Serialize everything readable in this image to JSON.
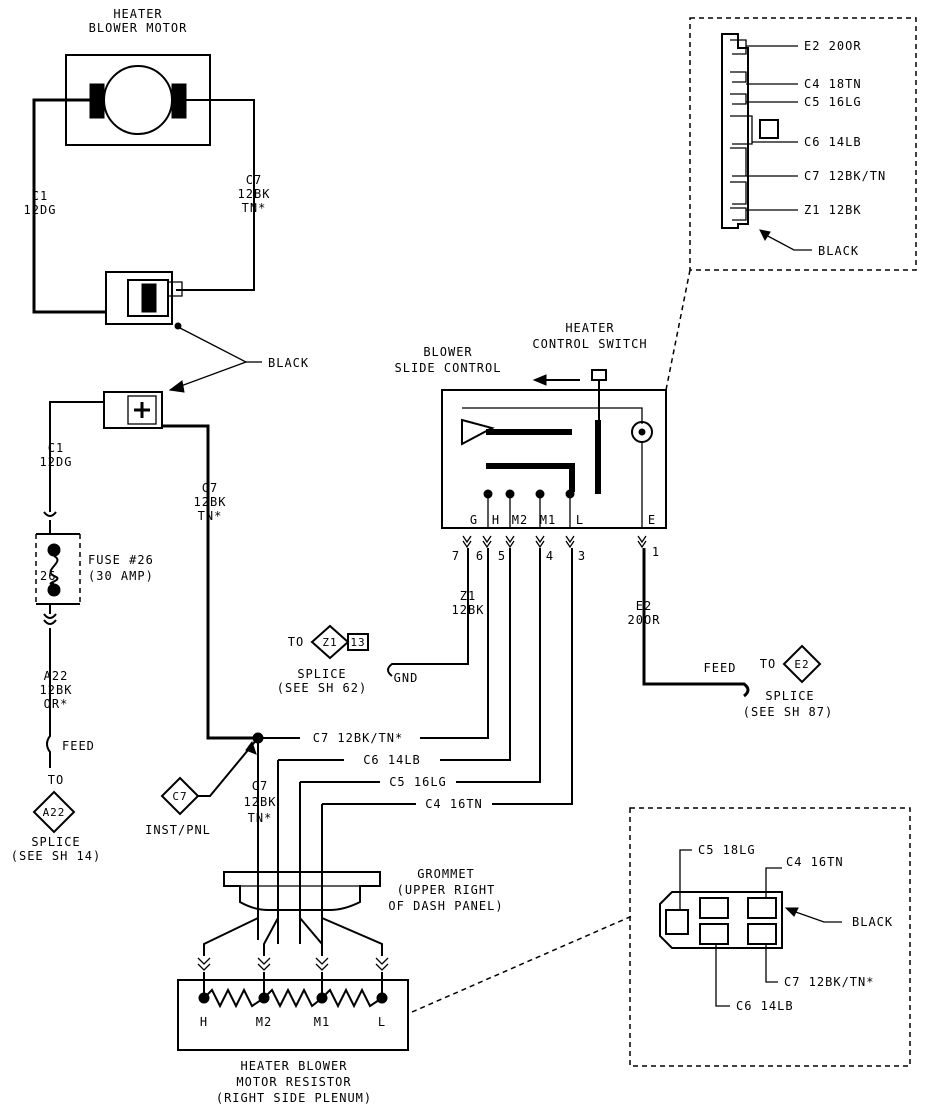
{
  "blower_motor": {
    "title_1": "HEATER",
    "title_2": "BLOWER MOTOR"
  },
  "motor_wires": {
    "left": {
      "circuit": "C1",
      "gauge": "12DG"
    },
    "right": {
      "circuit": "C7",
      "gauge": "12BK",
      "suffix": "TN*"
    }
  },
  "black_label_1": "BLACK",
  "feed_wires": {
    "c1": {
      "circuit": "C1",
      "gauge": "12DG"
    },
    "c7": {
      "circuit": "C7",
      "gauge": "12BK",
      "suffix": "TN*"
    }
  },
  "fuse": {
    "label": "FUSE #26",
    "rating": "(30 AMP)",
    "number": "26"
  },
  "a22": {
    "circuit": "A22",
    "gauge": "12BK",
    "suffix": "OR*",
    "feed": "FEED",
    "to": "TO",
    "splice_id": "A22",
    "splice": "SPLICE",
    "see": "(SEE SH 14)"
  },
  "control_switch": {
    "title_1": "HEATER",
    "title_2": "CONTROL SWITCH",
    "slide_1": "BLOWER",
    "slide_2": "SLIDE CONTROL",
    "terminals": [
      "G",
      "H",
      "M2",
      "M1",
      "L",
      "E"
    ],
    "pins": [
      "7",
      "6",
      "5",
      "4",
      "3",
      "1"
    ]
  },
  "connector_detail": {
    "wires": [
      "E2 20OR",
      "C4 18TN",
      "C5 16LG",
      "C6 14LB",
      "C7 12BK/TN",
      "Z1 12BK"
    ],
    "black": "BLACK"
  },
  "z1": {
    "circuit": "Z1",
    "gauge": "12BK",
    "to": "TO",
    "splice_id": "Z1",
    "sheet": "13",
    "splice": "SPLICE",
    "see": "(SEE SH 62)",
    "gnd": "GND"
  },
  "e2": {
    "circuit": "E2",
    "gauge": "20OR",
    "feed": "FEED",
    "to": "TO",
    "splice_id": "E2",
    "splice": "SPLICE",
    "see": "(SEE SH 87)"
  },
  "harness_labels": [
    "C7 12BK/TN*",
    "C6 14LB",
    "C5 16LG",
    "C4 16TN"
  ],
  "c7_branch": {
    "circuit": "C7",
    "gauge": "12BK",
    "suffix": "TN*",
    "id": "C7",
    "label": "INST/PNL"
  },
  "grommet": {
    "line_1": "GROMMET",
    "line_2": "(UPPER RIGHT",
    "line_3": "OF DASH PANEL)"
  },
  "resistor": {
    "terminals": [
      "H",
      "M2",
      "M1",
      "L"
    ],
    "title_1": "HEATER BLOWER",
    "title_2": "MOTOR RESISTOR",
    "title_3": "(RIGHT SIDE PLENUM)"
  },
  "resistor_connector_detail": {
    "c5": "C5 18LG",
    "c4": "C4 16TN",
    "black": "BLACK",
    "c7": "C7 12BK/TN*",
    "c6": "C6 14LB"
  }
}
